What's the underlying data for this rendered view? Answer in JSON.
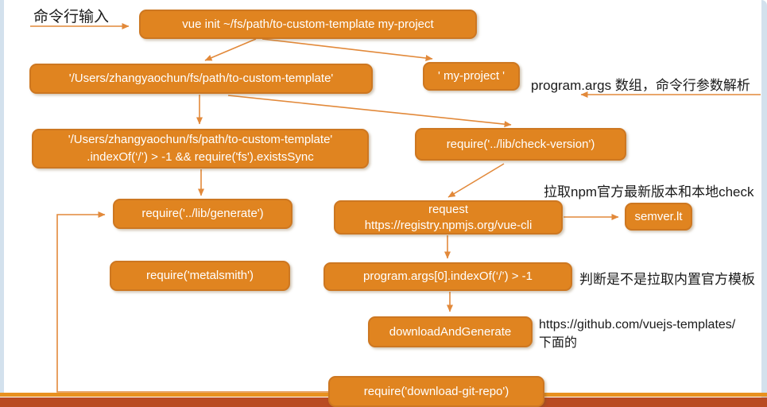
{
  "nodes": {
    "cmd": {
      "label": "vue init ~/fs/path/to-custom-template my-project"
    },
    "template_path": {
      "label": "'/Users/zhangyaochun/fs/path/to-custom-template'"
    },
    "my_project": {
      "label": "' my-project '"
    },
    "index_check": {
      "line1": "'/Users/zhangyaochun/fs/path/to-custom-template'",
      "line2": ".indexOf(‘/’) > -1 && require('fs').existsSync"
    },
    "check_version": {
      "label": "require('../lib/check-version')"
    },
    "generate": {
      "label": "require('../lib/generate')"
    },
    "request": {
      "line1": "request",
      "line2": "https://registry.npmjs.org/vue-cli"
    },
    "semver": {
      "label": "semver.lt"
    },
    "metalsmith": {
      "label": "require('metalsmith')"
    },
    "program_args": {
      "label": "program.args[0].indexOf(‘/’) > -1"
    },
    "download_generate": {
      "label": "downloadAndGenerate"
    },
    "download_git_repo": {
      "label": "require('download-git-repo')"
    }
  },
  "annotations": {
    "cli_input": "命令行输入",
    "program_args_parse": "program.args 数组，命令行参数解析",
    "npm_check": "拉取npm官方最新版本和本地check",
    "judge_template": "判断是不是拉取内置官方模板",
    "github_url": "https://github.com/vuejs-templates/",
    "github_below": "下面的"
  },
  "colors": {
    "node_fill": "#e08420",
    "node_border": "#cd7721",
    "node_text": "#ffffff",
    "arrow": "#e2893a",
    "bottom_line": "#e8911f",
    "bottom_bar": "#b94b22",
    "frame_edge": "#d3e1ed",
    "annotation_text": "#1a1a1a"
  }
}
